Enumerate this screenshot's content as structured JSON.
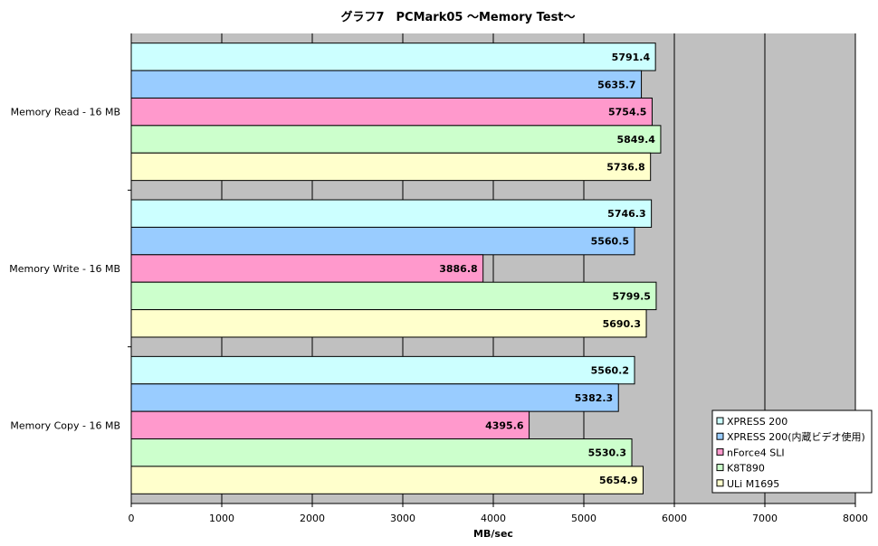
{
  "chart_data": {
    "type": "bar",
    "orientation": "horizontal",
    "title": "グラフ7　PCMark05 ～Memory Test～",
    "xlabel": "MB/sec",
    "ylabel": "",
    "xlim": [
      0,
      8000
    ],
    "x_ticks": [
      "0",
      "1000",
      "2000",
      "3000",
      "4000",
      "5000",
      "6000",
      "7000",
      "8000"
    ],
    "grid": true,
    "legend_position": "bottom-right",
    "categories": [
      "Memory Read - 16 MB",
      "Memory Write - 16 MB",
      "Memory Copy - 16 MB"
    ],
    "series": [
      {
        "name": "XPRESS 200",
        "color": "#ccffff",
        "values": [
          5791.4,
          5746.3,
          5560.2
        ],
        "labels": [
          "5791.4",
          "5746.3",
          "5560.2"
        ]
      },
      {
        "name": "XPRESS 200(内蔵ビデオ使用)",
        "color": "#99ccff",
        "values": [
          5635.7,
          5560.5,
          5382.3
        ],
        "labels": [
          "5635.7",
          "5560.5",
          "5382.3"
        ]
      },
      {
        "name": "nForce4 SLI",
        "color": "#ff99cc",
        "values": [
          5754.5,
          3886.8,
          4395.6
        ],
        "labels": [
          "5754.5",
          "3886.8",
          "4395.6"
        ]
      },
      {
        "name": "K8T890",
        "color": "#ccffcc",
        "values": [
          5849.4,
          5799.5,
          5530.3
        ],
        "labels": [
          "5849.4",
          "5799.5",
          "5530.3"
        ]
      },
      {
        "name": "ULi M1695",
        "color": "#ffffcc",
        "values": [
          5736.8,
          5690.3,
          5654.9
        ],
        "labels": [
          "5736.8",
          "5690.3",
          "5654.9"
        ]
      }
    ],
    "colors": {
      "plot_background": "#c0c0c0",
      "gridline": "#000000",
      "bar_border": "#000000"
    }
  }
}
